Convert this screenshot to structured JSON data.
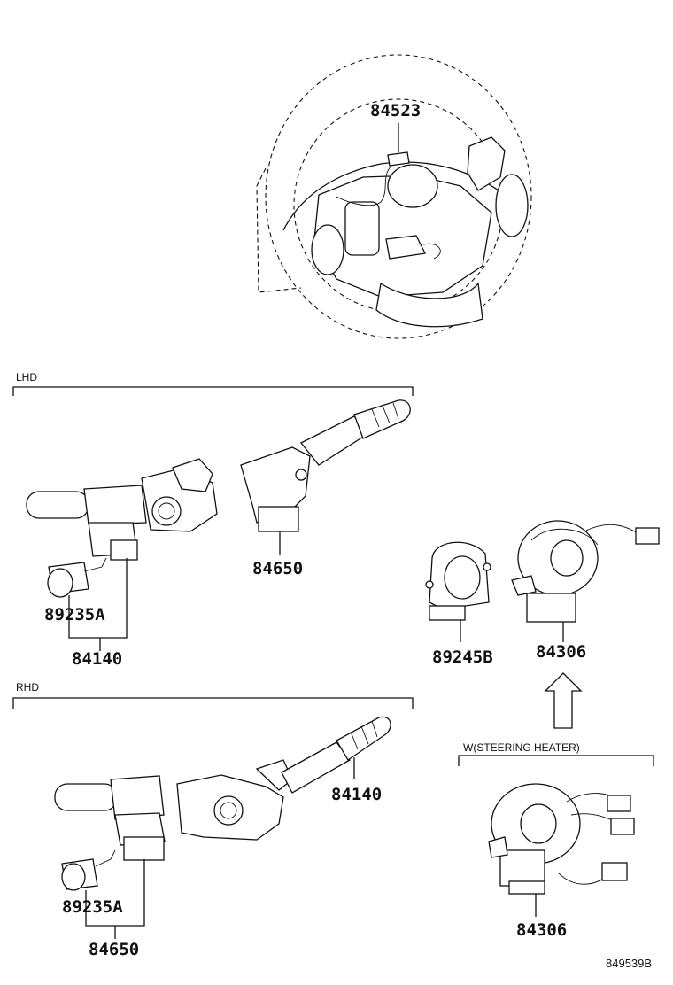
{
  "sections": {
    "lhd": "LHD",
    "rhd": "RHD",
    "heater": "W(STEERING HEATER)"
  },
  "parts": {
    "horn_button": "84523",
    "lhd_switch_assy": "84140",
    "lhd_right_lever": "84650",
    "lhd_sub_switch": "89235A",
    "sensor": "89245B",
    "spiral_cable": "84306",
    "rhd_right_lever": "84140",
    "rhd_switch_assy": "84650",
    "rhd_sub_switch": "89235A",
    "heater_spiral_cable": "84306"
  },
  "diagram_ref": "849539B"
}
